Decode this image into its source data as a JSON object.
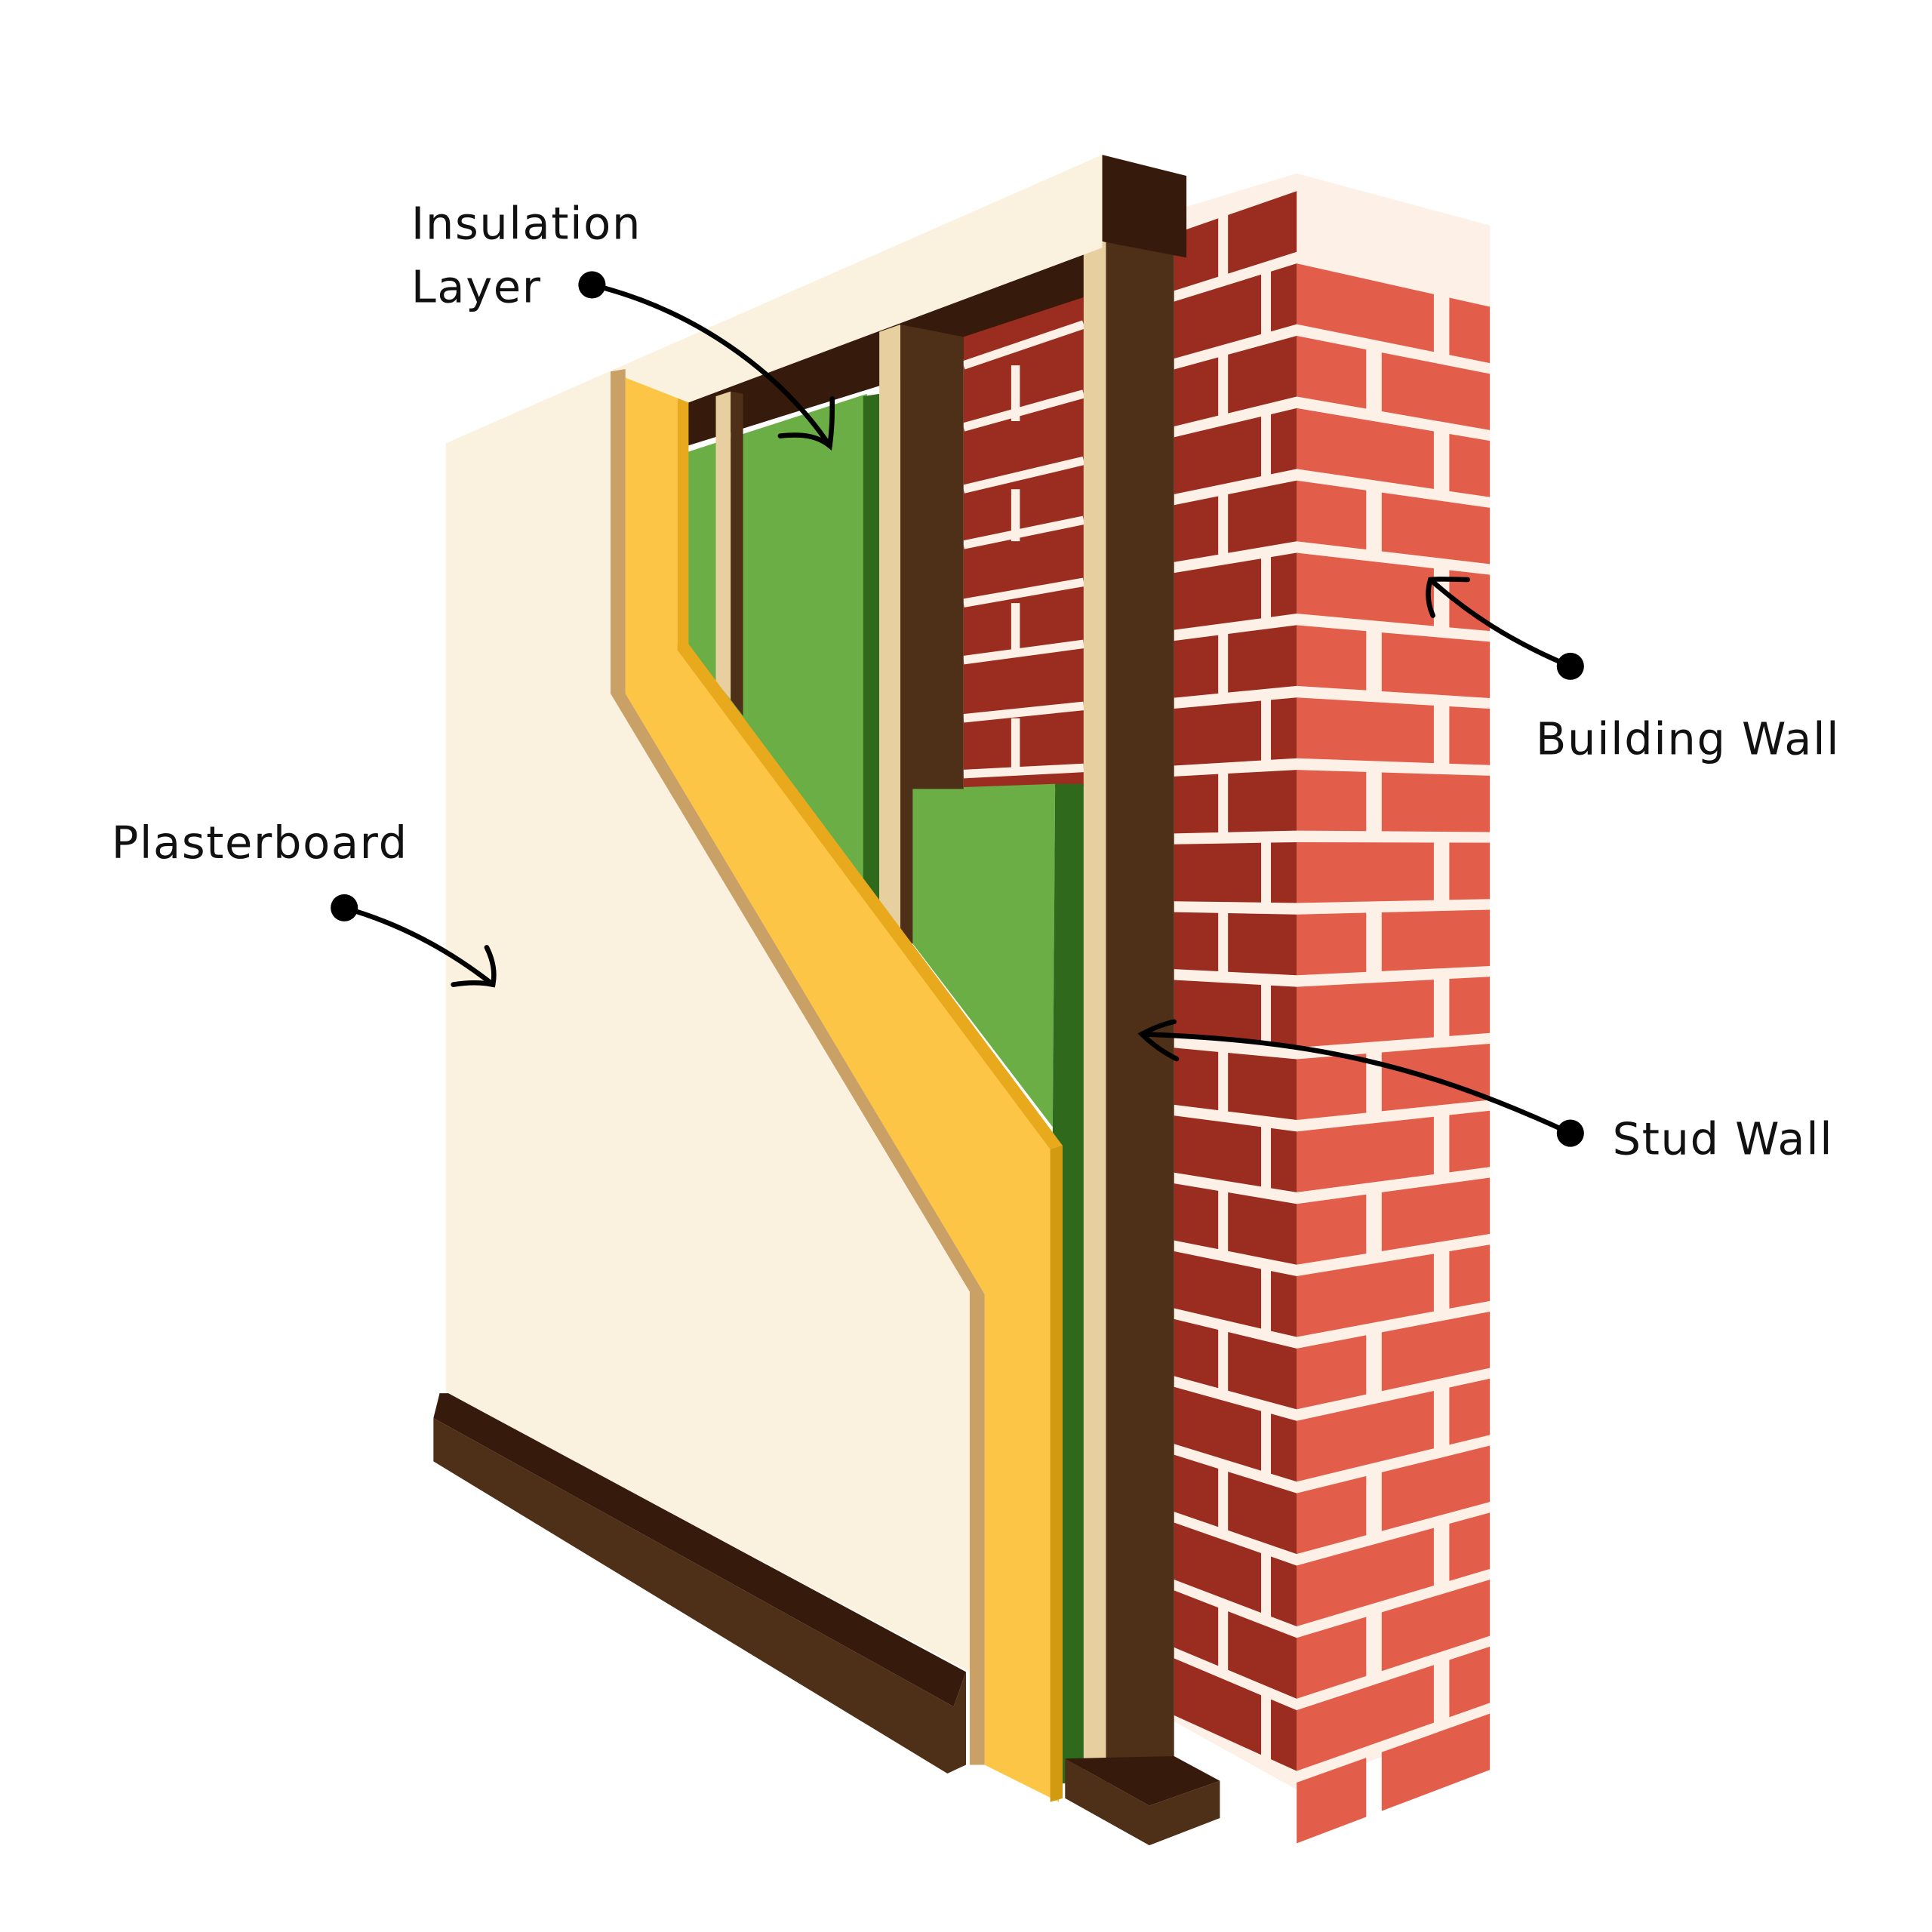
{
  "labels": {
    "insulation_line1": "Insulation",
    "insulation_line2": "Layer",
    "plasterboard": "Plasterboard",
    "building_wall": "Building Wall",
    "stud_wall": "Stud Wall"
  },
  "colors": {
    "brick_front": "#E35D4B",
    "brick_side": "#9A2D20",
    "mortar": "#FDF0E6",
    "stud_dark": "#4E3018",
    "stud_light": "#E8CFA0",
    "insulation_green": "#6BAE46",
    "insulation_dark": "#2F6A1C",
    "membrane_yellow": "#FDC546",
    "plasterboard": "#FAF1DF"
  },
  "brick_rows": 22
}
